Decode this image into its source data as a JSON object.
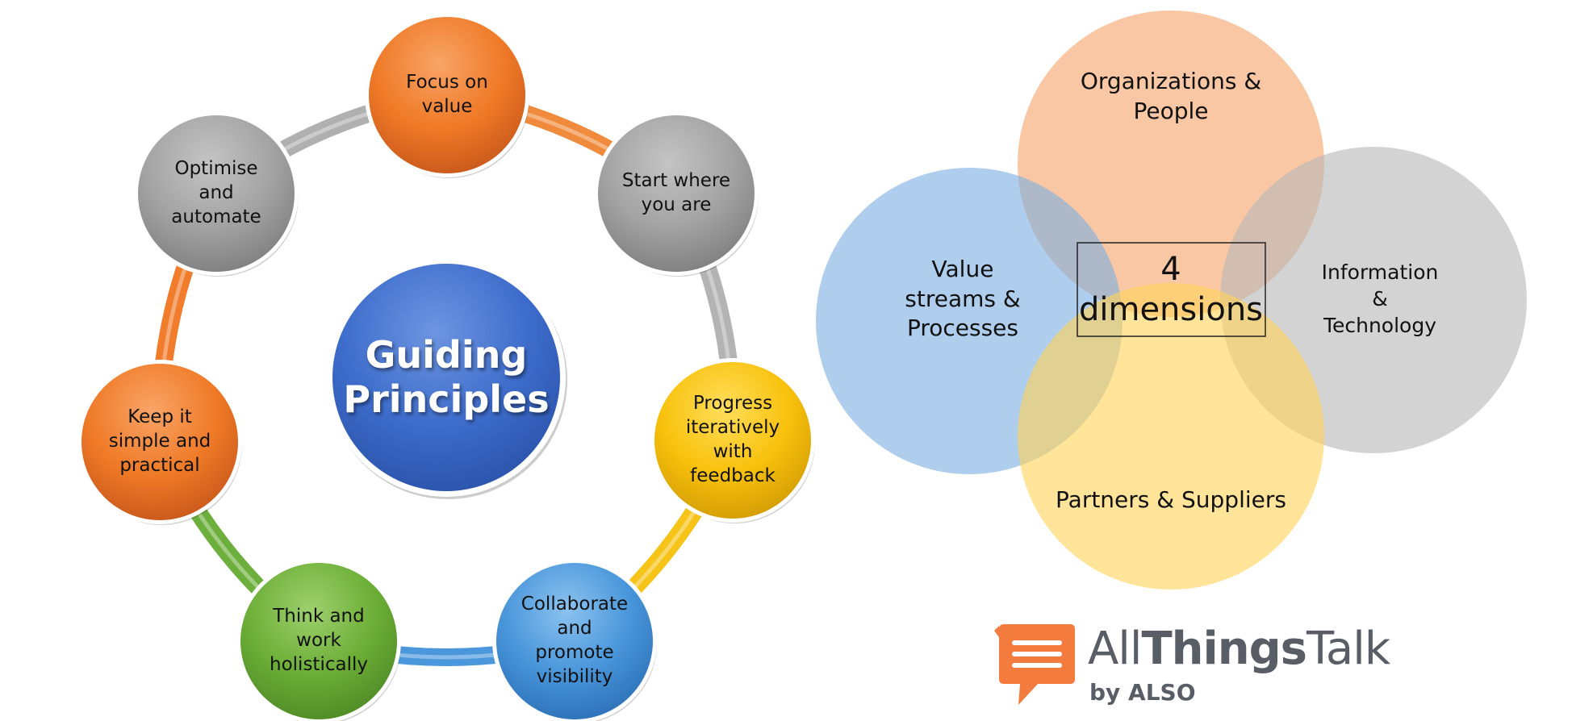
{
  "guiding": {
    "center_title": "Guiding\nPrinciples",
    "principles": [
      {
        "label": "Focus on\nvalue",
        "color": "orange"
      },
      {
        "label": "Start where\nyou are",
        "color": "gray"
      },
      {
        "label": "Progress\niteratively\nwith\nfeedback",
        "color": "yellow"
      },
      {
        "label": "Collaborate\nand\npromote\nvisibility",
        "color": "blue"
      },
      {
        "label": "Think and\nwork\nholistically",
        "color": "green"
      },
      {
        "label": "Keep it\nsimple and\npractical",
        "color": "orange"
      },
      {
        "label": "Optimise\nand\nautomate",
        "color": "gray"
      }
    ]
  },
  "dimensions": {
    "center_label": "4\ndimensions",
    "items": [
      {
        "label": "Organizations &\nPeople",
        "color": "#f6a46c"
      },
      {
        "label": "Value\nstreams &\nProcesses",
        "color": "#7eaee0"
      },
      {
        "label": "Information\n&\nTechnology",
        "color": "#b8b8b8"
      },
      {
        "label": "Partners & Suppliers",
        "color": "#ffd35c"
      }
    ]
  },
  "logo": {
    "name_light": "All",
    "name_bold": "Things",
    "name_light2": "Talk",
    "byline": "by ALSO",
    "accent_color": "#f47b3e"
  },
  "colors": {
    "orange": "#f07c2c",
    "gray": "#a3a3a3",
    "yellow": "#f7c20d",
    "blue": "#3f90d6",
    "green": "#69ae38",
    "center_blue": "#3a6bc9"
  }
}
